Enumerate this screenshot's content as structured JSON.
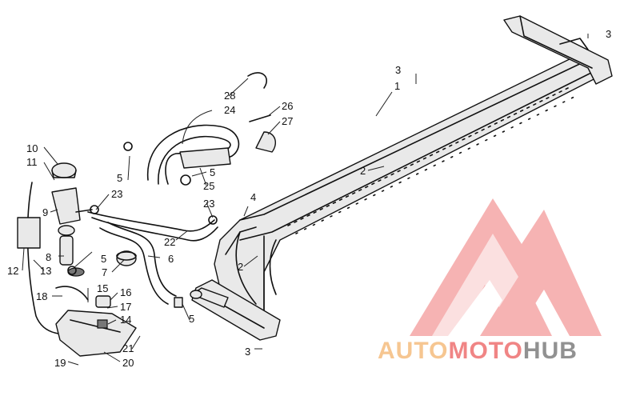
{
  "callouts": [
    {
      "id": "c1",
      "label": "1"
    },
    {
      "id": "c2a",
      "label": "2"
    },
    {
      "id": "c2b",
      "label": "2"
    },
    {
      "id": "c3a",
      "label": "3"
    },
    {
      "id": "c3b",
      "label": "3"
    },
    {
      "id": "c3c",
      "label": "3"
    },
    {
      "id": "c4",
      "label": "4"
    },
    {
      "id": "c5a",
      "label": "5"
    },
    {
      "id": "c5b",
      "label": "5"
    },
    {
      "id": "c5c",
      "label": "5"
    },
    {
      "id": "c5d",
      "label": "5"
    },
    {
      "id": "c6",
      "label": "6"
    },
    {
      "id": "c7",
      "label": "7"
    },
    {
      "id": "c8",
      "label": "8"
    },
    {
      "id": "c9",
      "label": "9"
    },
    {
      "id": "c10",
      "label": "10"
    },
    {
      "id": "c11",
      "label": "11"
    },
    {
      "id": "c12",
      "label": "12"
    },
    {
      "id": "c13",
      "label": "13"
    },
    {
      "id": "c14",
      "label": "14"
    },
    {
      "id": "c15",
      "label": "15"
    },
    {
      "id": "c16",
      "label": "16"
    },
    {
      "id": "c17",
      "label": "17"
    },
    {
      "id": "c18",
      "label": "18"
    },
    {
      "id": "c19",
      "label": "19"
    },
    {
      "id": "c20",
      "label": "20"
    },
    {
      "id": "c21",
      "label": "21"
    },
    {
      "id": "c22",
      "label": "22"
    },
    {
      "id": "c23a",
      "label": "23"
    },
    {
      "id": "c23b",
      "label": "23"
    },
    {
      "id": "c24",
      "label": "24"
    },
    {
      "id": "c25",
      "label": "25"
    },
    {
      "id": "c26",
      "label": "26"
    },
    {
      "id": "c27",
      "label": "27"
    },
    {
      "id": "c28",
      "label": "28"
    }
  ],
  "watermark": {
    "part1": "AUTO",
    "part2": "MOTO",
    "part3": "HUB",
    "color_light": "#f6c38c",
    "color_red": "#f07f7f",
    "color_gray": "#8c8c8c",
    "logo_color": "#f39a9a"
  }
}
